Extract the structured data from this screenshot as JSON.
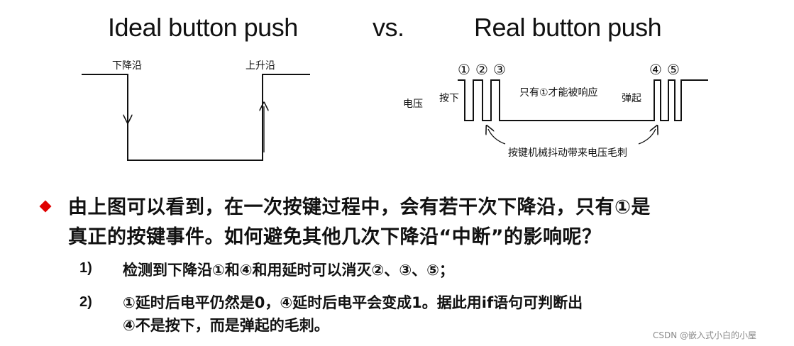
{
  "titles": {
    "ideal": "Ideal button push",
    "vs": "vs.",
    "real": "Real button push"
  },
  "ideal_diagram": {
    "falling_edge_label": "下降沿",
    "rising_edge_label": "上升沿"
  },
  "real_diagram": {
    "voltage_label": "电压",
    "press_label": "按下",
    "release_label": "弹起",
    "respond_label": "只有①才能被响应",
    "bounce_label": "按键机械抖动带来电压毛刺",
    "markers": [
      "①",
      "②",
      "③",
      "④",
      "⑤"
    ]
  },
  "text": {
    "line1": "由上图可以看到，在一次按键过程中，会有若干次下降沿，只有①是",
    "line2": "真正的按键事件。如何避免其他几次下降沿“中断”的影响呢？",
    "item1_num": "1)",
    "item1": "检测到下降沿①和④和用延时可以消灭②、③、⑤；",
    "item2_num": "2)",
    "item2_line1": "①延时后电平仍然是0，④延时后电平会变成1。据此用if语句可判断出",
    "item2_line2": "④不是按下，而是弹起的毛刺。"
  },
  "watermark": "CSDN @嵌入式小白的小屋",
  "colors": {
    "bullet": "#e00000",
    "line": "#111111",
    "watermark": "#8a8a8a"
  }
}
